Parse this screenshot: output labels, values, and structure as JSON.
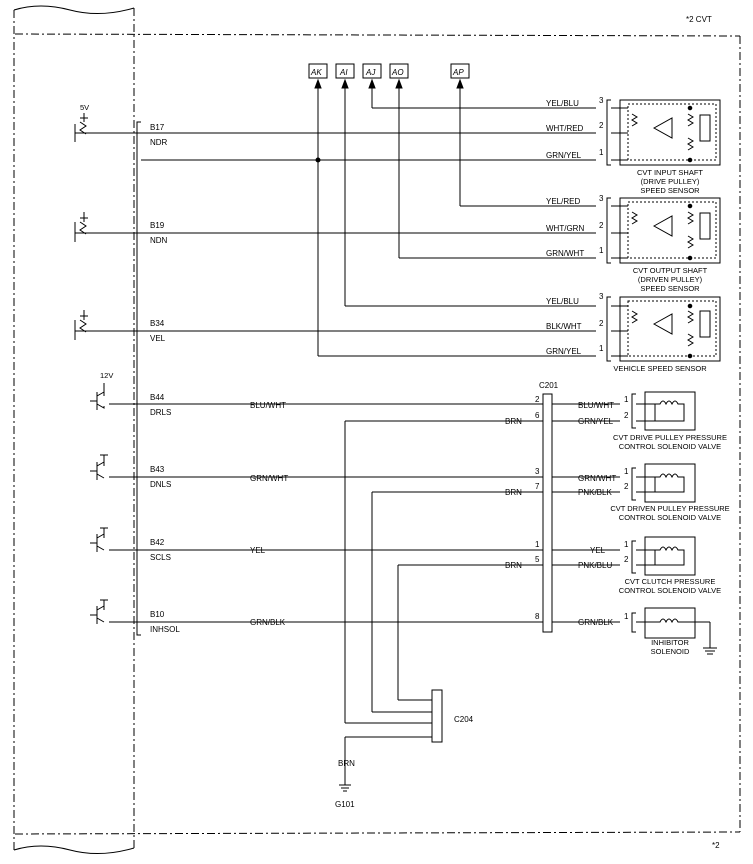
{
  "header": {
    "note": "*2 CVT"
  },
  "footer": {
    "note": "*2"
  },
  "connectors": {
    "tags": [
      "AK",
      "AI",
      "AJ",
      "AO",
      "AP"
    ],
    "c201": "C201",
    "c204": "C204",
    "ground": "G101",
    "ground_wire": "BRN"
  },
  "ecm": {
    "pins": [
      {
        "pin": "B17",
        "name": "NDR"
      },
      {
        "pin": "B19",
        "name": "NDN"
      },
      {
        "pin": "B34",
        "name": "VEL"
      },
      {
        "pin": "B44",
        "name": "DRLS"
      },
      {
        "pin": "B43",
        "name": "DNLS"
      },
      {
        "pin": "B42",
        "name": "SCLS"
      },
      {
        "pin": "B10",
        "name": "INHSOL"
      }
    ],
    "supply_5v": "5V",
    "supply_12v": "12V"
  },
  "sensors": [
    {
      "name_lines": [
        "CVT INPUT SHAFT",
        "(DRIVE PULLEY)",
        "SPEED SENSOR"
      ],
      "wires": [
        {
          "num": "3",
          "color": "YEL/BLU"
        },
        {
          "num": "2",
          "color": "WHT/RED"
        },
        {
          "num": "1",
          "color": "GRN/YEL"
        }
      ]
    },
    {
      "name_lines": [
        "CVT OUTPUT SHAFT",
        "(DRIVEN PULLEY)",
        "SPEED SENSOR"
      ],
      "wires": [
        {
          "num": "3",
          "color": "YEL/RED"
        },
        {
          "num": "2",
          "color": "WHT/GRN"
        },
        {
          "num": "1",
          "color": "GRN/WHT"
        }
      ]
    },
    {
      "name_lines": [
        "VEHICLE SPEED SENSOR"
      ],
      "wires": [
        {
          "num": "3",
          "color": "YEL/BLU"
        },
        {
          "num": "2",
          "color": "BLK/WHT"
        },
        {
          "num": "1",
          "color": "GRN/YEL"
        }
      ]
    }
  ],
  "solenoids": [
    {
      "name_lines": [
        "CVT DRIVE PULLEY PRESSURE",
        "CONTROL SOLENOID VALVE"
      ],
      "ecm_wire": "BLU/WHT",
      "c201_pins": [
        "2",
        "6"
      ],
      "right_wires": [
        {
          "num": "1",
          "color": "BLU/WHT"
        },
        {
          "num": "2",
          "color": "GRN/YEL"
        }
      ],
      "brn_label": "BRN"
    },
    {
      "name_lines": [
        "CVT DRIVEN PULLEY PRESSURE",
        "CONTROL SOLENOID VALVE"
      ],
      "ecm_wire": "GRN/WHT",
      "c201_pins": [
        "3",
        "7"
      ],
      "right_wires": [
        {
          "num": "1",
          "color": "GRN/WHT"
        },
        {
          "num": "2",
          "color": "PNK/BLK"
        }
      ],
      "brn_label": "BRN"
    },
    {
      "name_lines": [
        "CVT CLUTCH PRESSURE",
        "CONTROL SOLENOID VALVE"
      ],
      "ecm_wire": "YEL",
      "c201_pins": [
        "1",
        "5"
      ],
      "right_wires": [
        {
          "num": "1",
          "color": "YEL"
        },
        {
          "num": "2",
          "color": "PNK/BLU"
        }
      ],
      "brn_label": "BRN"
    },
    {
      "name_lines": [
        "INHIBITOR",
        "SOLENOID"
      ],
      "ecm_wire": "GRN/BLK",
      "c201_pins": [
        "8"
      ],
      "right_wires": [
        {
          "num": "1",
          "color": "GRN/BLK"
        }
      ]
    }
  ]
}
